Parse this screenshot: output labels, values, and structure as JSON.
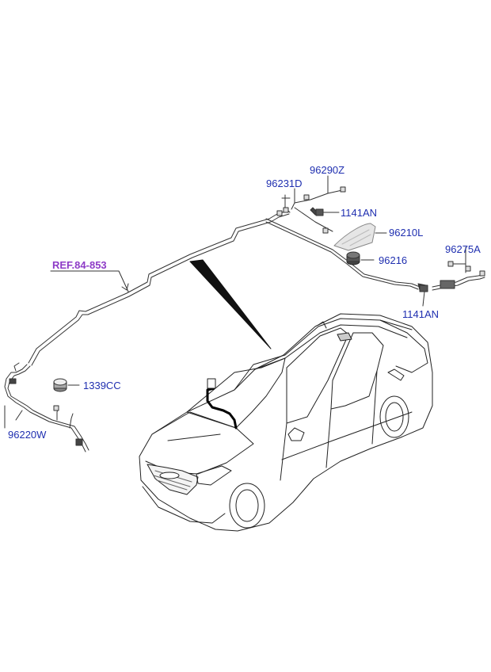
{
  "diagram": {
    "parts": [
      {
        "id": "96290z",
        "label": "96290Z",
        "description": "antenna cable connector"
      },
      {
        "id": "96231d",
        "label": "96231D",
        "description": "antenna feeder cable"
      },
      {
        "id": "1141an-top",
        "label": "1141AN",
        "description": "screw"
      },
      {
        "id": "96210l",
        "label": "96210L",
        "description": "roof antenna"
      },
      {
        "id": "96216",
        "label": "96216",
        "description": "antenna pad"
      },
      {
        "id": "96275a",
        "label": "96275A",
        "description": "antenna extension cable"
      },
      {
        "id": "1141an-bottom",
        "label": "1141AN",
        "description": "screw"
      },
      {
        "id": "ref-84-853",
        "label": "REF.84-853",
        "description": "reference"
      },
      {
        "id": "1339cc",
        "label": "1339CC",
        "description": "grommet"
      },
      {
        "id": "96220w",
        "label": "96220W",
        "description": "antenna cable harness"
      }
    ],
    "colors": {
      "part_label": "#1f2fb0",
      "reference_label": "#8e3bc7",
      "line": "#333333",
      "car_outline": "#222222"
    }
  }
}
